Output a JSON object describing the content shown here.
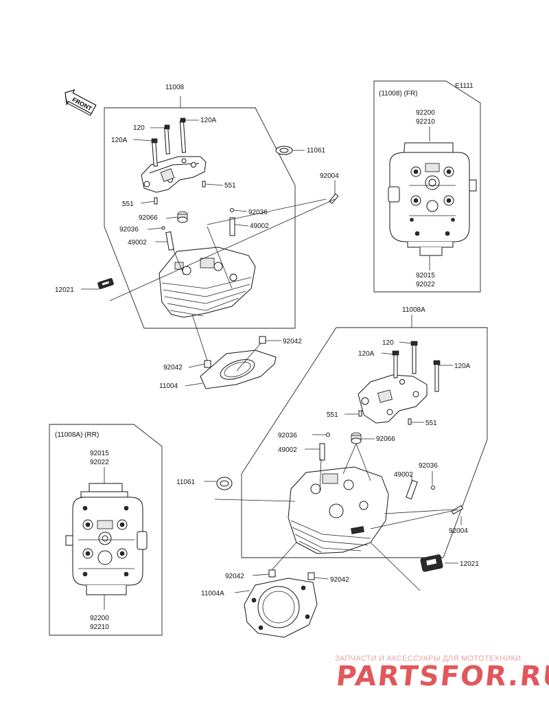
{
  "figure_code": "E1111",
  "front_badge": "FRONT",
  "sections": {
    "front_group": "11008",
    "front_view": "(11008) (FR)",
    "rear_group": "11008A",
    "rear_view": "(11008A) (RR)"
  },
  "callouts": {
    "p120": "120",
    "p120A": "120A",
    "p11061": "11061",
    "p551": "551",
    "p92004": "92004",
    "p92036": "92036",
    "p92066": "92066",
    "p49002": "49002",
    "p12021": "12021",
    "p92042": "92042",
    "p11004": "11004",
    "p11004A": "11004A",
    "p92200": "92200",
    "p92210": "92210",
    "p92015": "92015",
    "p92022": "92022"
  },
  "watermark": {
    "subtitle": "ЗАПЧАСТИ И АКСЕССУАРЫ ДЛЯ МОТОТЕХНИКИ",
    "logo": "PARTSFOR.RU"
  }
}
